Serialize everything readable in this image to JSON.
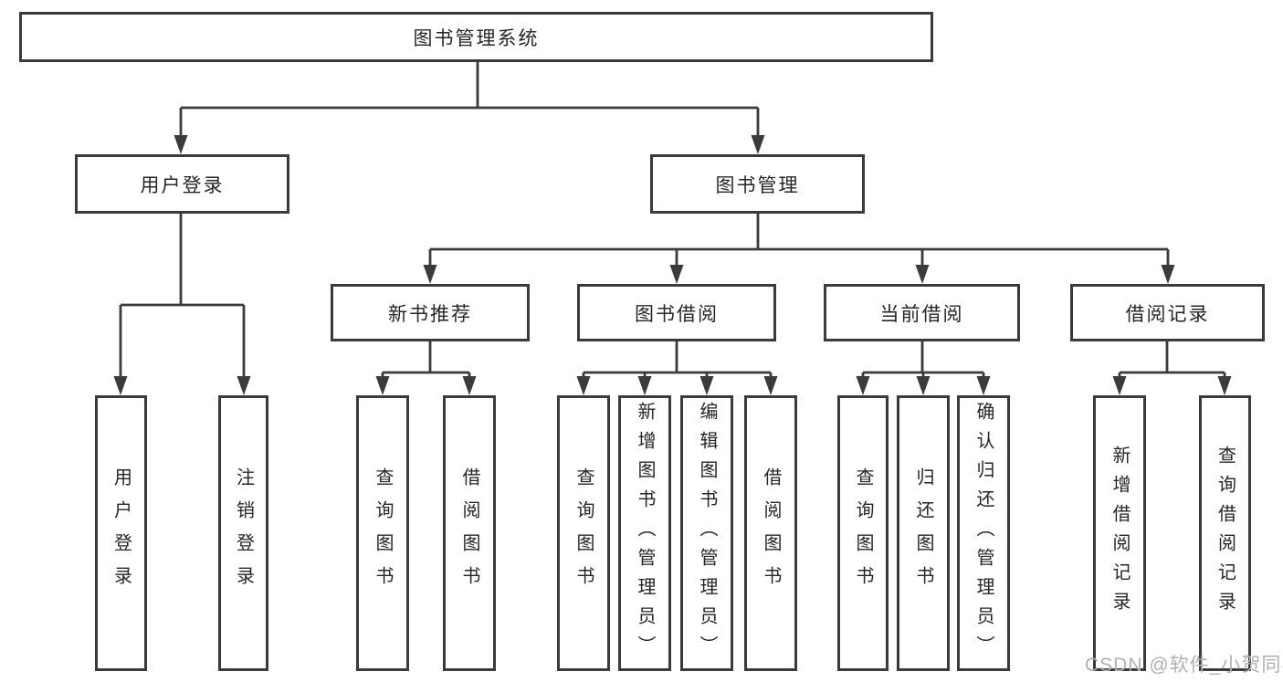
{
  "diagram": {
    "title": "图书管理系统",
    "modules": {
      "user_login": {
        "label": "用户登录",
        "children": {
          "login": "用户登录",
          "logout": "注销登录"
        }
      },
      "book_management": {
        "label": "图书管理",
        "children": {
          "new_book_recommend": {
            "label": "新书推荐",
            "children": {
              "query_book": "查询图书",
              "borrow_book": "借阅图书"
            }
          },
          "book_borrow": {
            "label": "图书借阅",
            "children": {
              "query_book": "查询图书",
              "add_book": "新增图书（管理员）",
              "edit_book": "编辑图书（管理员）",
              "borrow_book": "借阅图书"
            }
          },
          "current_borrow": {
            "label": "当前借阅",
            "children": {
              "query_book": "查询图书",
              "return_book": "归还图书",
              "confirm_return": "确认归还（管理员）"
            }
          },
          "borrow_record": {
            "label": "借阅记录",
            "children": {
              "add_record": "新增借阅记录",
              "query_record": "查询借阅记录"
            }
          }
        }
      }
    }
  },
  "watermark": "CSDN @软件_小贺同学",
  "colors": {
    "border": "#3b3b3b",
    "text": "#262626",
    "watermark": "#b0b0b0",
    "background": "#ffffff"
  }
}
